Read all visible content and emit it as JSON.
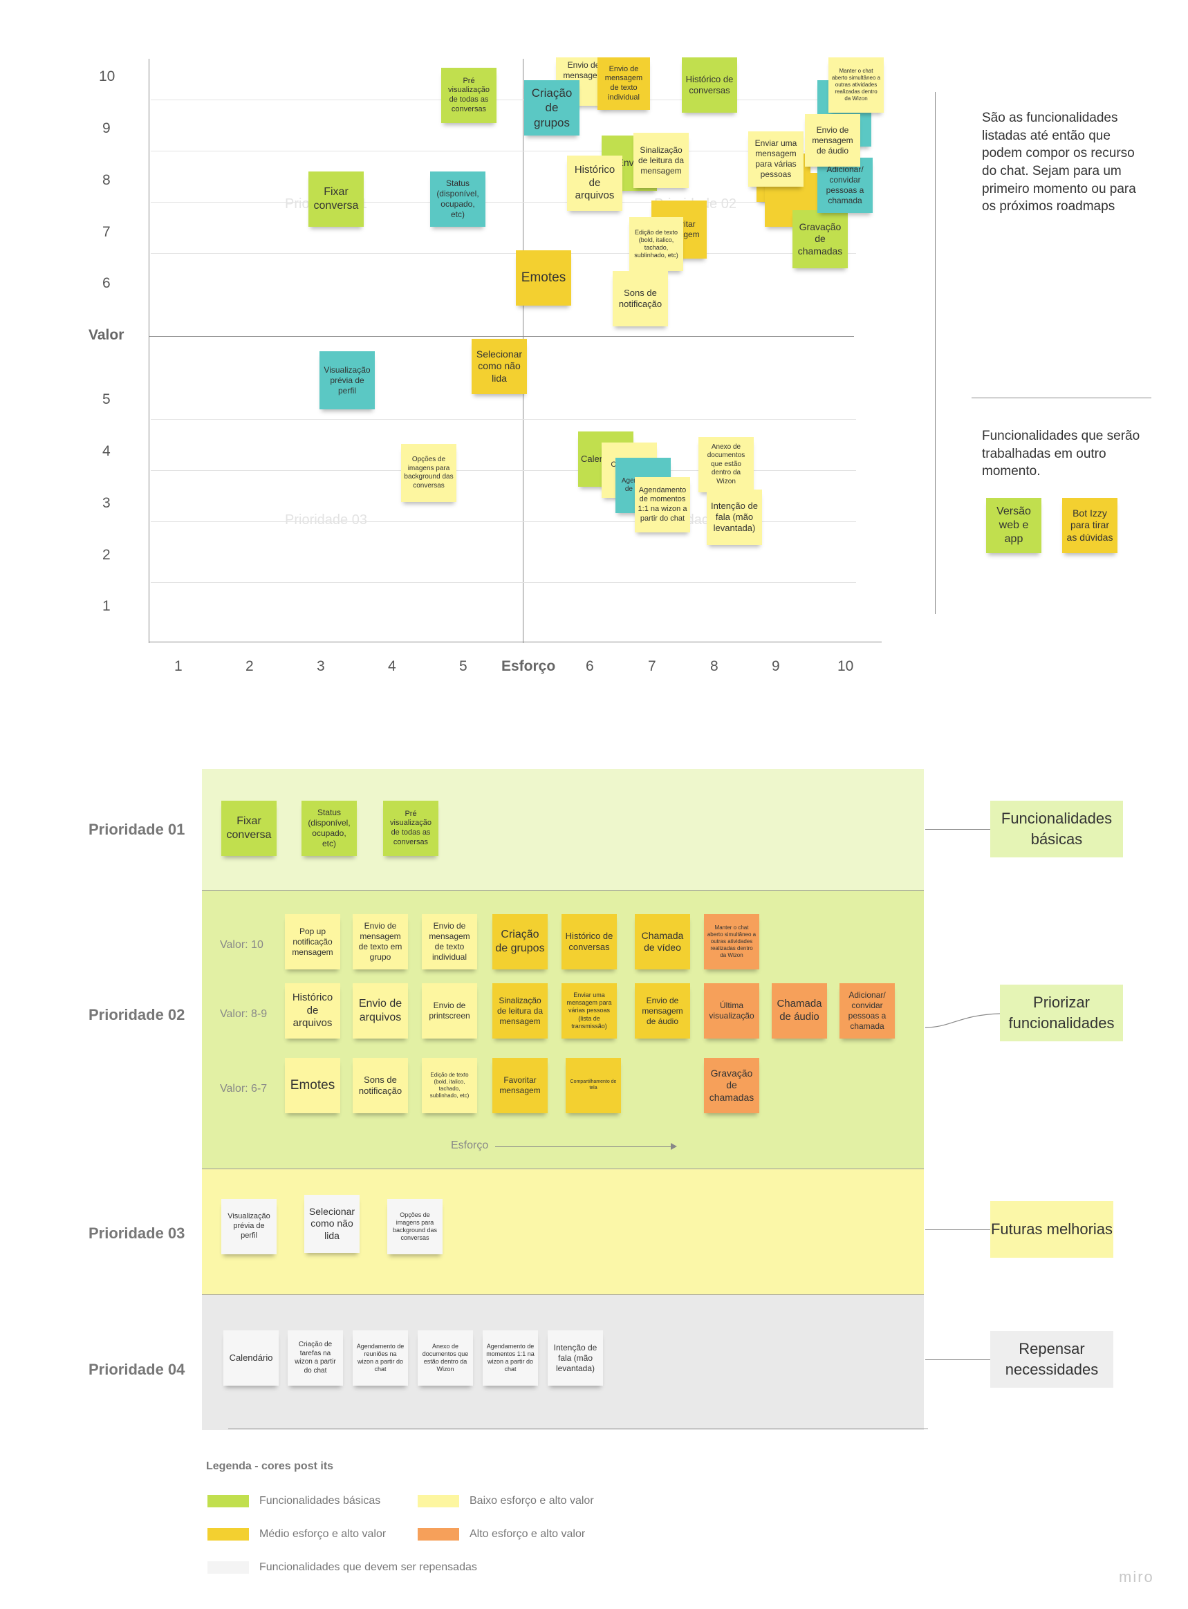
{
  "colors": {
    "green": "#c1df4e",
    "lightyellow": "#fdf6a0",
    "yellow": "#f3d030",
    "orange": "#f6a05a",
    "teal": "#5bc8c4",
    "gray": "#f4f4f4",
    "band1": "#eef7cc",
    "band2": "#e2f0a4",
    "band3": "#fbf7a8",
    "band4": "#e9e9e9"
  },
  "matrix": {
    "x_axis_label": "Esforço",
    "y_axis_label": "Valor",
    "x_ticks": [
      "1",
      "2",
      "3",
      "4",
      "5",
      "6",
      "7",
      "8",
      "9",
      "10"
    ],
    "y_ticks_upper": [
      "10",
      "9",
      "8",
      "7",
      "6"
    ],
    "y_ticks_lower": [
      "5",
      "4",
      "3",
      "2",
      "1"
    ],
    "quadrant_labels": [
      "Prioridade 01",
      "Prioridade 02",
      "Prioridade 03",
      "Prioridade 04"
    ],
    "notes": [
      {
        "text": "Pré visualização de todas as conversas",
        "color": "green",
        "icon": ""
      },
      {
        "text": "Fixar conversa",
        "color": "green"
      },
      {
        "text": "Status (disponível, ocupado, etc)",
        "color": "teal"
      },
      {
        "text": "Envio de mensagem",
        "color": "lightyellow"
      },
      {
        "text": "Envio de mensagem de texto individual",
        "color": "yellow"
      },
      {
        "text": "Criação de grupos",
        "color": "teal"
      },
      {
        "text": "Histórico de conversas",
        "color": "green"
      },
      {
        "text": "Manter o chat aberto simultâneo a outras atividades realizadas dentro da Wizon",
        "color": "lightyellow"
      },
      {
        "text": "Envio",
        "color": "green"
      },
      {
        "text": "Sinalização de leitura da mensagem",
        "color": "lightyellow"
      },
      {
        "text": "Histórico de arquivos",
        "color": "lightyellow"
      },
      {
        "text": "Favoritar mensagem",
        "color": "yellow"
      },
      {
        "text": "Edição de texto (bold, italico, tachado, sublinhado, etc)",
        "color": "lightyellow"
      },
      {
        "text": "Enviar uma mensagem para várias pessoas",
        "color": "lightyellow"
      },
      {
        "text": "Envio de mensagem de áudio",
        "color": "lightyellow"
      },
      {
        "text": "Adicionar/ convidar pessoas a chamada",
        "color": "teal"
      },
      {
        "text": "Gravação de chamadas",
        "color": "green"
      },
      {
        "text": "Emotes",
        "color": "yellow"
      },
      {
        "text": "Sons de notificação",
        "color": "lightyellow"
      },
      {
        "text": "Selecionar como não lida",
        "color": "yellow"
      },
      {
        "text": "Visualização prévia de perfil",
        "color": "teal"
      },
      {
        "text": "Opções de imagens para background das conversas",
        "color": "lightyellow"
      },
      {
        "text": "Calendário",
        "color": "green"
      },
      {
        "text": "Criação de tarefas",
        "color": "lightyellow"
      },
      {
        "text": "Agendamento de reuniões",
        "color": "teal"
      },
      {
        "text": "Agendamento de momentos 1:1 na wizon a partir do chat",
        "color": "lightyellow"
      },
      {
        "text": "Anexo de documentos que estão dentro da Wizon",
        "color": "lightyellow"
      },
      {
        "text": "Intenção de fala (mão levantada)",
        "color": "lightyellow"
      }
    ],
    "side_note_1": "São as funcionalidades listadas até então que podem compor os recurso do chat. Sejam para um primeiro momento ou para os próximos roadmaps",
    "side_note_2": "Funcionalidades que serão trabalhadas em outro momento.",
    "later_notes": [
      {
        "text": "Versão web e app",
        "color": "green"
      },
      {
        "text": "Bot Izzy para tirar as dúvidas",
        "color": "yellow"
      }
    ]
  },
  "priorities": {
    "p1": {
      "label": "Prioridade 01",
      "side": "Funcionalidades básicas",
      "notes": [
        {
          "text": "Fixar conversa",
          "color": "green"
        },
        {
          "text": "Status (disponível, ocupado, etc)",
          "color": "green"
        },
        {
          "text": "Pré visualização de todas as conversas",
          "color": "green"
        }
      ]
    },
    "p2": {
      "label": "Prioridade 02",
      "side": "Priorizar funcionalidades",
      "row_labels": [
        "Valor: 10",
        "Valor: 8-9",
        "Valor: 6-7"
      ],
      "effort_label": "Esforço",
      "row1": [
        {
          "text": "Pop up notificação mensagem",
          "color": "lightyellow"
        },
        {
          "text": "Envio de mensagem de texto em grupo",
          "color": "lightyellow"
        },
        {
          "text": "Envio de mensagem de texto individual",
          "color": "lightyellow"
        },
        {
          "text": "Criação de grupos",
          "color": "yellow"
        },
        {
          "text": "Histórico de conversas",
          "color": "yellow"
        },
        {
          "text": "Chamada de vídeo",
          "color": "yellow"
        },
        {
          "text": "Manter o chat aberto simultâneo a outras atividades realizadas dentro da Wizon",
          "color": "orange"
        }
      ],
      "row2": [
        {
          "text": "Histórico de arquivos",
          "color": "lightyellow"
        },
        {
          "text": "Envio de arquivos",
          "color": "lightyellow"
        },
        {
          "text": "Envio de printscreen",
          "color": "lightyellow"
        },
        {
          "text": "Sinalização de leitura da mensagem",
          "color": "yellow"
        },
        {
          "text": "Enviar uma mensagem para várias pessoas (lista de transmissão)",
          "color": "yellow"
        },
        {
          "text": "Envio de mensagem de áudio",
          "color": "yellow"
        },
        {
          "text": "Última visualização",
          "color": "orange"
        },
        {
          "text": "Chamada de áudio",
          "color": "orange"
        },
        {
          "text": "Adicionar/ convidar pessoas a chamada",
          "color": "orange"
        }
      ],
      "row3": [
        {
          "text": "Emotes",
          "color": "lightyellow"
        },
        {
          "text": "Sons de notificação",
          "color": "lightyellow"
        },
        {
          "text": "Edição de texto (bold, italico, tachado, sublinhado, etc)",
          "color": "lightyellow"
        },
        {
          "text": "Favoritar mensagem",
          "color": "yellow"
        },
        {
          "text": "Compartilhamento de tela",
          "color": "yellow"
        },
        {
          "text": "Gravação de chamadas",
          "color": "orange"
        }
      ]
    },
    "p3": {
      "label": "Prioridade 03",
      "side": "Futuras melhorias",
      "notes": [
        {
          "text": "Visualização prévia de perfil",
          "color": "gray"
        },
        {
          "text": "Selecionar como não lida",
          "color": "gray"
        },
        {
          "text": "Opções de imagens para background das conversas",
          "color": "gray"
        }
      ]
    },
    "p4": {
      "label": "Prioridade 04",
      "side": "Repensar necessidades",
      "notes": [
        {
          "text": "Calendário",
          "color": "gray"
        },
        {
          "text": "Criação de tarefas na wizon a partir do chat",
          "color": "gray"
        },
        {
          "text": "Agendamento de reuniões na wizon a partir do chat",
          "color": "gray"
        },
        {
          "text": "Anexo de documentos que estão dentro da Wizon",
          "color": "gray"
        },
        {
          "text": "Agendamento de momentos 1:1 na wizon a partir do chat",
          "color": "gray"
        },
        {
          "text": "Intenção de fala (mão levantada)",
          "color": "gray"
        }
      ]
    }
  },
  "legend": {
    "title": "Legenda - cores post its",
    "items": [
      {
        "text": "Funcionalidades básicas",
        "color": "green"
      },
      {
        "text": "Baixo esforço e alto valor",
        "color": "lightyellow"
      },
      {
        "text": "Médio esforço e alto valor",
        "color": "yellow"
      },
      {
        "text": "Alto esforço e alto valor",
        "color": "orange"
      },
      {
        "text": "Funcionalidades que devem ser repensadas",
        "color": "gray"
      }
    ]
  },
  "brand": "miro"
}
